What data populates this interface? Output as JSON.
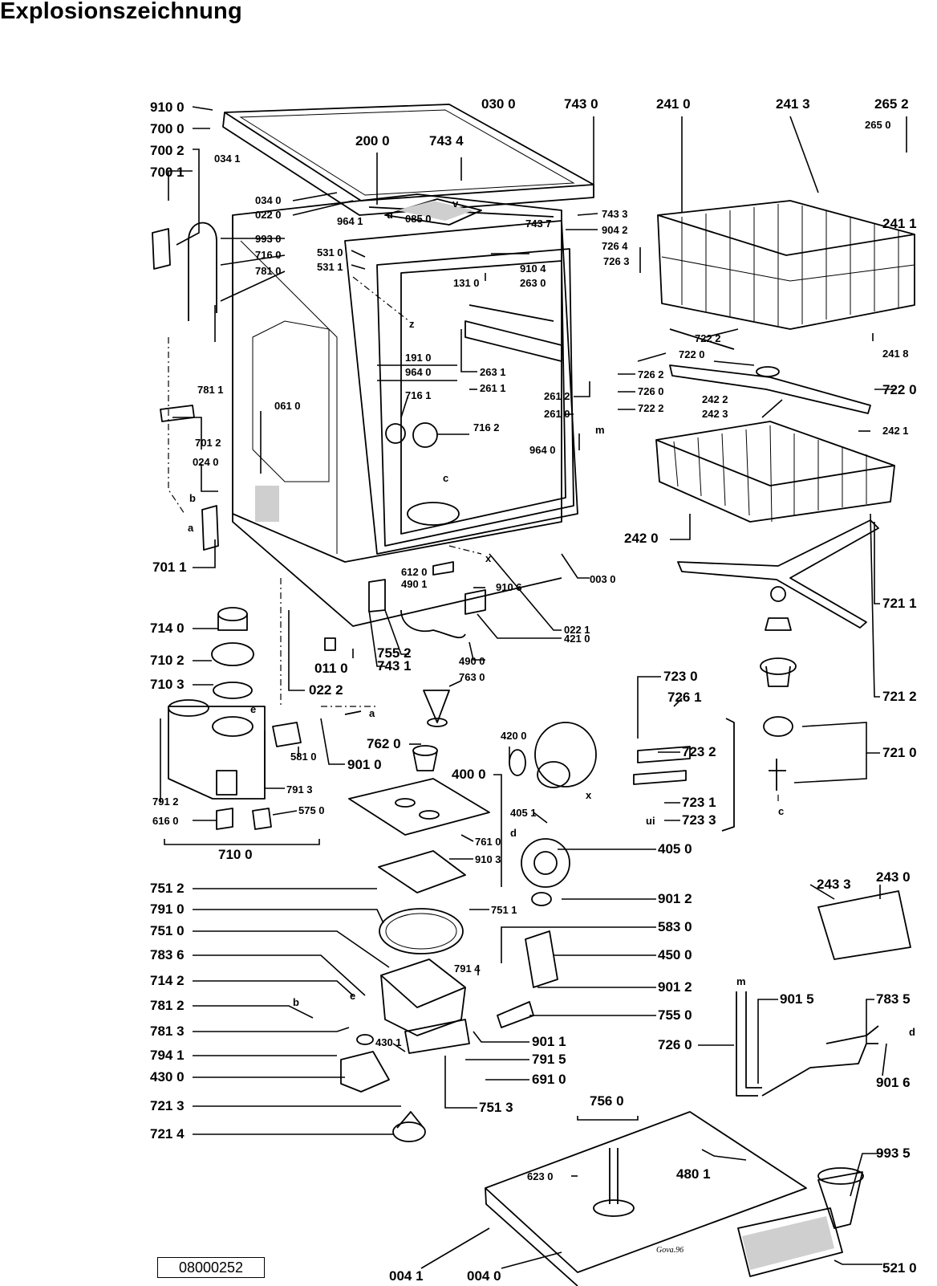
{
  "title": "Explosionszeichnung",
  "drawing_code": "08000252",
  "signature": "Gova.96",
  "labels": [
    "910 0",
    "700 0",
    "034 1",
    "700 2",
    "700 1",
    "034 0",
    "022 0",
    "030 0",
    "200 0",
    "743 4",
    "743 0",
    "241 0",
    "241 3",
    "265 2",
    "265 0",
    "743 7",
    "743 3",
    "904 2",
    "726 4",
    "726 3",
    "964 1",
    "085 0",
    "993 0",
    "716 0",
    "781 0",
    "531 0",
    "531 1",
    "910 4",
    "263 0",
    "131 0",
    "241 1",
    "722 2",
    "722 0",
    "241 8",
    "722 0",
    "191 0",
    "964 0",
    "716 1",
    "263 1",
    "261 1",
    "261 2",
    "261 0",
    "726 2",
    "726 0",
    "722 2",
    "781 1",
    "061 0",
    "716 2",
    "242 2",
    "242 3",
    "242 1",
    "701 2",
    "024 0",
    "964 0",
    "701 1",
    "242 0",
    "003 0",
    "612 0",
    "490 1",
    "910 6",
    "721 1",
    "714 0",
    "755 2",
    "022 1",
    "710 2",
    "011 0",
    "743 1",
    "421 0",
    "710 3",
    "022 2",
    "490 0",
    "763 0",
    "723 0",
    "726 1",
    "721 2",
    "581 0",
    "762 0",
    "723 2",
    "721 0",
    "901 0",
    "420 0",
    "400 0",
    "791 2",
    "791 3",
    "616 0",
    "575 0",
    "723 1",
    "723 3",
    "405 1",
    "761 0",
    "910 3",
    "405 0",
    "710 0",
    "751 2",
    "243 0",
    "243 3",
    "751 1",
    "901 2",
    "791 0",
    "751 0",
    "583 0",
    "783 6",
    "450 0",
    "791 4",
    "714 2",
    "901 2",
    "781 2",
    "755 0",
    "901 5",
    "783 5",
    "781 3",
    "430 1",
    "901 1",
    "726 0",
    "794 1",
    "791 5",
    "901 6",
    "430 0",
    "691 0",
    "721 3",
    "751 3",
    "756 0",
    "721 4",
    "480 1",
    "993 5",
    "623 0",
    "004 1",
    "004 0",
    "521 0"
  ],
  "letters": [
    "a",
    "b",
    "c",
    "d",
    "e",
    "m",
    "u",
    "v",
    "x",
    "z",
    "ui",
    "a",
    "b",
    "c",
    "d",
    "e",
    "m",
    "x"
  ]
}
